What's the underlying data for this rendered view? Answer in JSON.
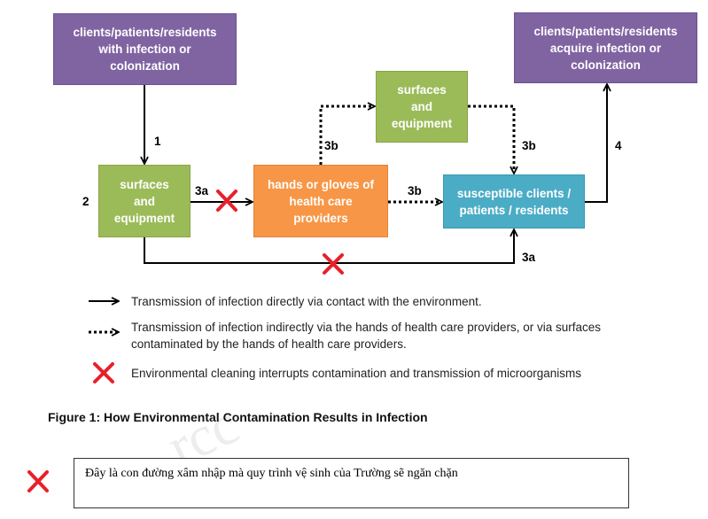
{
  "boxes": {
    "source": "clients/patients/residents\nwith infection or\ncolonization",
    "surfaces_left": "surfaces\nand\nequipment",
    "surfaces_top": "surfaces\nand\nequipment",
    "hands": "hands or gloves of\nhealth care\nproviders",
    "susceptible": "susceptible clients /\npatients / residents",
    "acquire": "clients/patients/residents\nacquire infection or\ncolonization"
  },
  "labels": {
    "l1": "1",
    "l2": "2",
    "l3a_left": "3a",
    "l3b_up": "3b",
    "l3b_mid": "3b",
    "l3b_down": "3b",
    "l3a_bottom": "3a",
    "l4": "4"
  },
  "legend": {
    "solid": "Transmission of infection directly via contact with the environment.",
    "dotted": "Transmission of infection indirectly via the hands of health care providers, or via surfaces\ncontaminated by the hands of health care providers.",
    "cross": "Environmental cleaning interrupts contamination and transmission of microorganisms"
  },
  "caption": "Figure 1: How Environmental Contamination Results in Infection",
  "note": {
    "text": "Đây là con đường xâm nhập mà quy trình vệ sinh của Trường sẽ ngăn chặn"
  },
  "watermark": "rcc",
  "colors": {
    "purple": "#8064a2",
    "green": "#9bbb59",
    "orange": "#f79646",
    "blue": "#4bacc6",
    "cross": "#e8202a"
  }
}
